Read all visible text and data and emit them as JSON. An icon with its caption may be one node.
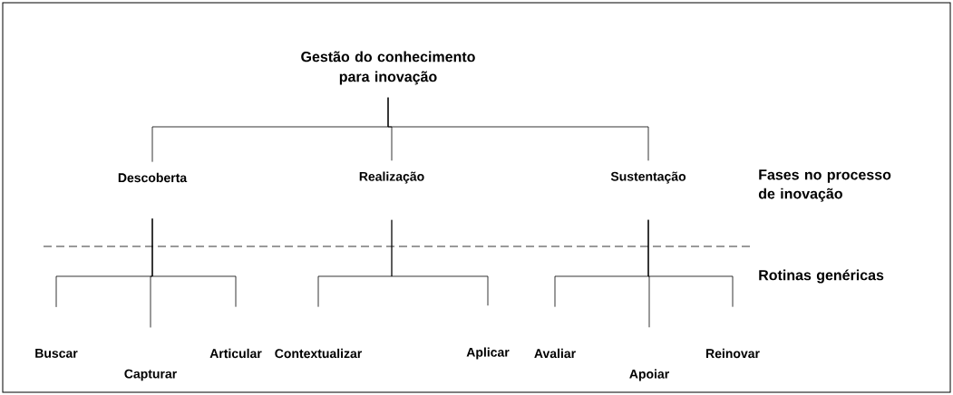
{
  "diagram": {
    "nodes": [
      {
        "text": [
          "Gestão do conhecimento para inovação"
        ]
      },
      {
        "text": [
          "Descoberta"
        ]
      },
      {
        "text": [
          "Realização"
        ]
      },
      {
        "text": [
          "Sustentação"
        ]
      },
      {
        "text": [
          "Buscar"
        ]
      },
      {
        "text": [
          "Capturar"
        ]
      },
      {
        "text": [
          "Articular"
        ]
      },
      {
        "text": [
          "Contextualizar"
        ]
      },
      {
        "text": [
          "Aplicar"
        ]
      },
      {
        "text": [
          "Avaliar"
        ]
      },
      {
        "text": [
          "Apoiar"
        ]
      },
      {
        "text": [
          "Reinovar"
        ]
      }
    ],
    "edges": [
      {
        "from": 0,
        "to": 1,
        "arrow": "none"
      },
      {
        "from": 0,
        "to": 2,
        "arrow": "none"
      },
      {
        "from": 0,
        "to": 3,
        "arrow": "none"
      },
      {
        "from": 1,
        "to": 4,
        "arrow": "none"
      },
      {
        "from": 1,
        "to": 5,
        "arrow": "none"
      },
      {
        "from": 1,
        "to": 6,
        "arrow": "none"
      },
      {
        "from": 2,
        "to": 7,
        "arrow": "none"
      },
      {
        "from": 2,
        "to": 8,
        "arrow": "none"
      },
      {
        "from": 3,
        "to": 9,
        "arrow": "none"
      },
      {
        "from": 3,
        "to": 10,
        "arrow": "none"
      },
      {
        "from": 3,
        "to": 11,
        "arrow": "none"
      }
    ],
    "labels": [
      "Fases no processo de inovação",
      "Rotinas genéricas"
    ]
  }
}
